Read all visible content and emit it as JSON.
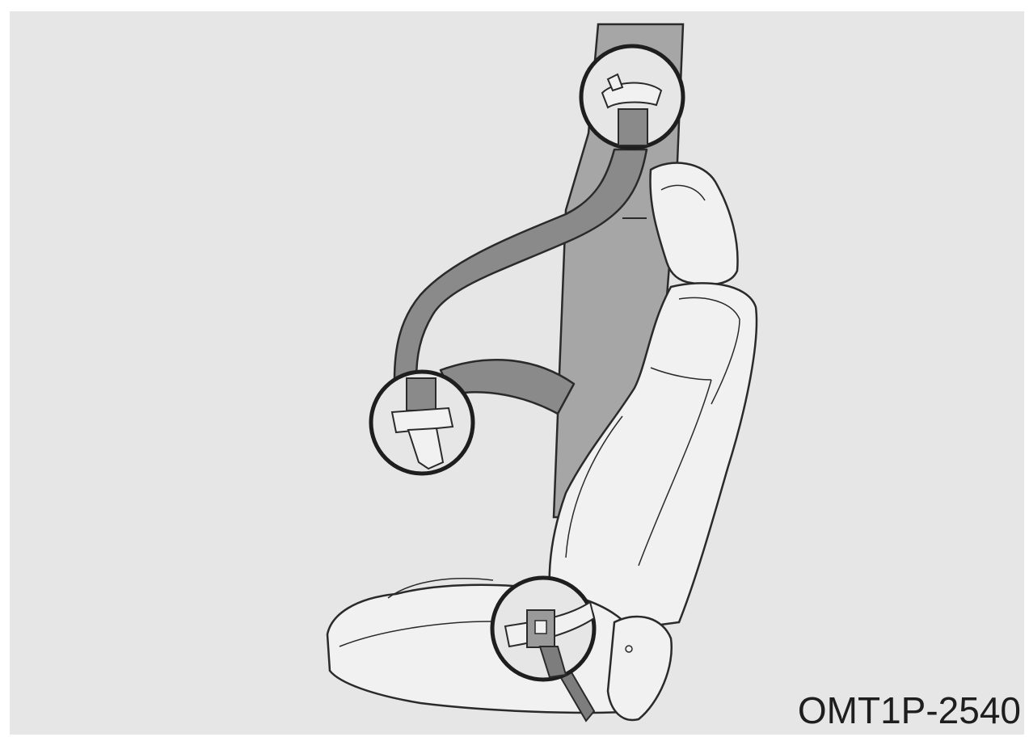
{
  "figure": {
    "code": "OMT1P-2540",
    "colors": {
      "background": "#e6e6e6",
      "pillar": "#a6a6a6",
      "belt": "#8a8a8a",
      "seat": "#f1f1f1",
      "outline": "#2a2a2a"
    },
    "callouts": [
      "shoulder-anchor",
      "latch-plate",
      "lap-buckle-anchor"
    ]
  }
}
